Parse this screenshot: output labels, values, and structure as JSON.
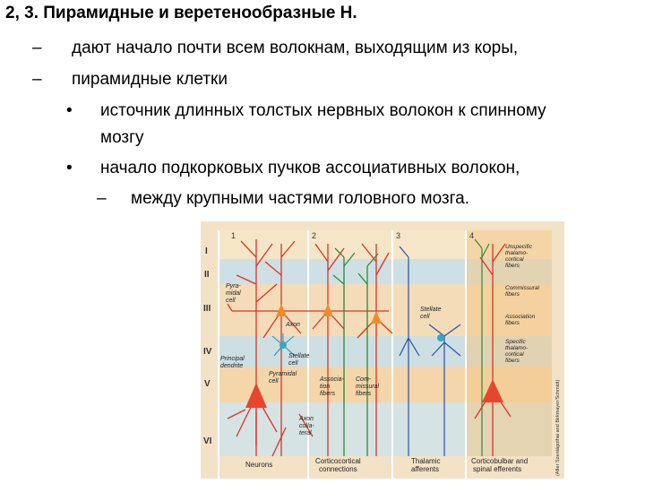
{
  "slide": {
    "title": "2, 3. Пирамидные и веретенообразные Н.",
    "items": [
      {
        "marker": "–",
        "text": "дают начало почти всем волокнам, выходящим из коры,"
      },
      {
        "marker": "–",
        "text": "пирамидные клетки"
      },
      {
        "marker": "•",
        "text": "источник длинных толстых нервных волокон к спинному"
      },
      {
        "marker": "",
        "text": "мозгу"
      },
      {
        "marker": "•",
        "text": "начало подкорковых пучков ассоциативных волокон,"
      },
      {
        "marker": "–",
        "text": "между крупными частями головного мозга."
      }
    ]
  },
  "figure": {
    "columns": [
      "1",
      "2",
      "3",
      "4"
    ],
    "layers": [
      "I",
      "II",
      "III",
      "IV",
      "V",
      "VI"
    ],
    "left_labels": {
      "pyramidal": "Pyra-\nmidal\ncell",
      "principal": "Principal\ndendrite",
      "axon": "Axon",
      "stellate": "Stellate\ncell",
      "pyramidal_cell": "Pyramidal\ncell",
      "axon_collateral": "Axon\ncolla-\nteral"
    },
    "mid_labels": {
      "association": "Associa-\ntion\nfibers",
      "commissural": "Com-\nmissural\nfibers",
      "stellate3": "Stellate\ncell"
    },
    "right_labels": {
      "unspecific": "Unspecific\nthalamo-\ncortical\nfibers",
      "commissural": "Commissural\nfibers",
      "association": "Association\nfibers",
      "specific": "Specific\nthalamo-\ncortical\nfibers"
    },
    "bottom_labels": [
      "Neurons",
      "Corticocortical\nconnections",
      "Thalamic\nafferents",
      "Corticobulbar and\nspinal efferents"
    ],
    "credit": "(After Szentágothai and Birkmayer/Schmidt)"
  }
}
